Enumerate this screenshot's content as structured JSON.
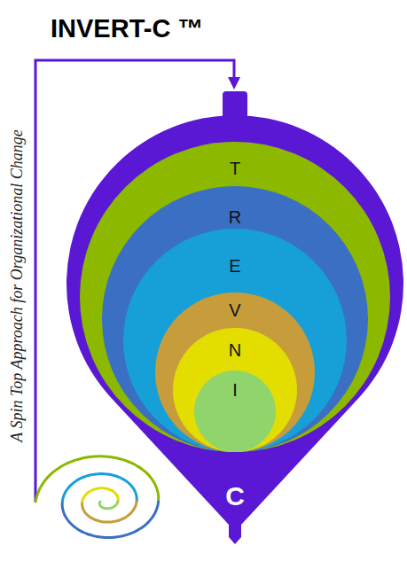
{
  "diagram": {
    "title": "INVERT-C ™",
    "nodes": [
      {
        "text": [
          "C"
        ]
      },
      {
        "text": [
          "T"
        ],
        "in": 0
      },
      {
        "text": [
          "R"
        ],
        "in": 1
      },
      {
        "text": [
          "E"
        ],
        "in": 2
      },
      {
        "text": [
          "V"
        ],
        "in": 3
      },
      {
        "text": [
          "N"
        ],
        "in": 4
      },
      {
        "text": [
          "I"
        ],
        "in": 5
      }
    ],
    "labels": [
      "A Spin Top Approach for Organizational Change"
    ]
  }
}
